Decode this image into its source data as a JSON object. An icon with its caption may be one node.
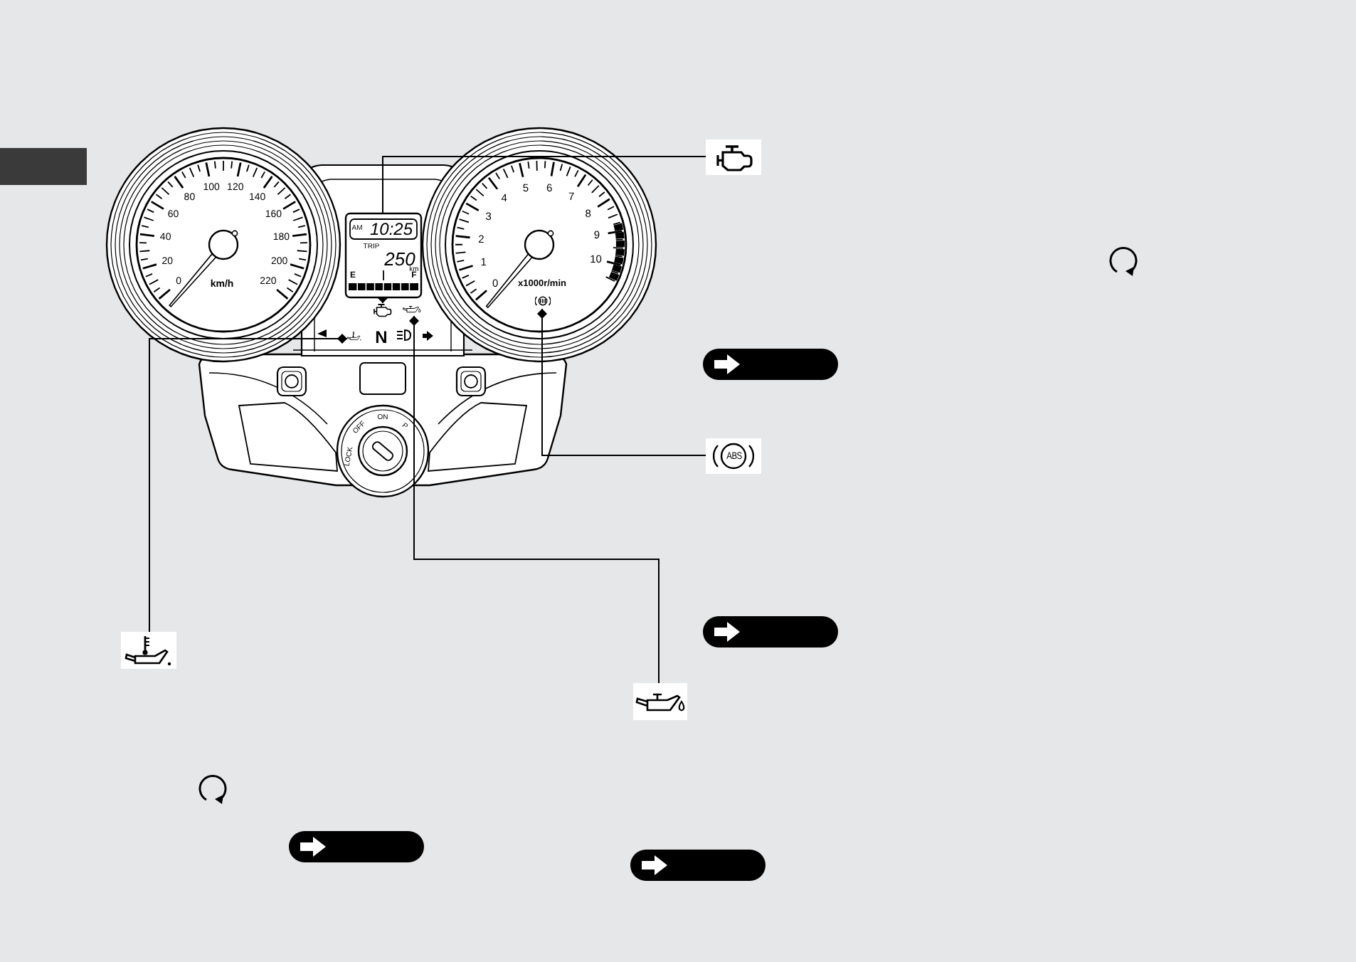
{
  "diagram": {
    "nodes": [
      {
        "text": [],
        "shape": "picture"
      },
      {
        "text": [],
        "shape": "picture"
      },
      {
        "text": [],
        "shape": "picture"
      },
      {
        "text": [],
        "shape": "picture"
      },
      {
        "text": [],
        "shape": "picture"
      },
      {
        "text": [
          "ABS"
        ]
      },
      {
        "text": [],
        "shape": "picture"
      },
      {
        "text": [],
        "shape": "picture"
      }
    ],
    "edges": [
      {
        "from": 0,
        "to": 2,
        "arrow": "other"
      },
      {
        "from": 5,
        "to": 1,
        "arrow": "other"
      },
      {
        "from": 6,
        "to": 4,
        "arrow": "other"
      },
      {
        "from": 7,
        "to": 3,
        "arrow": "other"
      }
    ],
    "labels": [
      "0",
      "20",
      "40",
      "60",
      "80",
      "100",
      "120",
      "140",
      "160",
      "180",
      "200",
      "220",
      "AM",
      "10:25",
      "TRIP",
      "250",
      "km",
      "E",
      "F",
      "N",
      "km/h",
      "0",
      "1",
      "2",
      "3",
      "4",
      "5",
      "6",
      "7",
      "8",
      "9",
      "10",
      "x1000r/min",
      "ON",
      "OFF",
      "P",
      "LOCK"
    ]
  }
}
